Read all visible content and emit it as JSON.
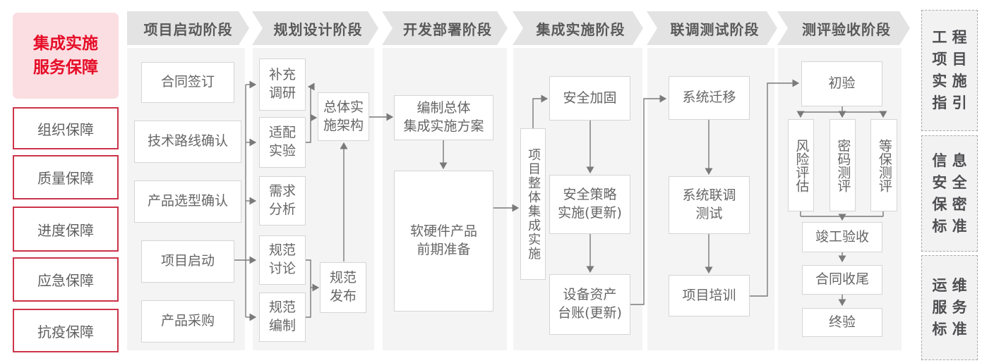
{
  "colors": {
    "accent_red": "#e60c27",
    "sidebar_border_red": "#cc3449",
    "pink_bg": "#fadee2",
    "banner_bg": "#e3e3e4",
    "panel_bg": "#f4f4f5",
    "box_border": "#d5d5d5",
    "text_gray": "#666666",
    "line_gray": "#7a7a7a"
  },
  "left_sidebar": {
    "title": "集成实施\n服务保障",
    "items": [
      {
        "label": "组织保障"
      },
      {
        "label": "质量保障"
      },
      {
        "label": "进度保障"
      },
      {
        "label": "应急保障"
      },
      {
        "label": "抗疫保障"
      }
    ]
  },
  "phases": [
    {
      "label": "项目启动阶段"
    },
    {
      "label": "规划设计阶段"
    },
    {
      "label": "开发部署阶段"
    },
    {
      "label": "集成实施阶段"
    },
    {
      "label": "联调测试阶段"
    },
    {
      "label": "测评验收阶段"
    }
  ],
  "flow": {
    "phase1": {
      "contract_signing": "合同签订",
      "tech_route_confirm": "技术路线确认",
      "product_selection_confirm": "产品选型确认",
      "project_kickoff": "项目启动",
      "product_procurement": "产品采购"
    },
    "phase2": {
      "supplementary_research": "补充\n调研",
      "adaptation_test": "适配\n实验",
      "requirement_analysis": "需求\n分析",
      "spec_discussion": "规范\n讨论",
      "spec_drafting": "规范\n编制",
      "overall_architecture": "总体实\n施架构",
      "spec_release": "规范\n发布"
    },
    "phase3": {
      "overall_plan": "编制总体\n集成实施方案",
      "hw_sw_preparation": "软硬件产品\n前期准备"
    },
    "phase4": {
      "overall_integration": "项目整体集成实施",
      "security_hardening": "安全加固",
      "security_policy": "安全策略\n实施(更新)",
      "asset_ledger": "设备资产\n台账(更新)"
    },
    "phase5": {
      "system_migration": "系统迁移",
      "joint_debugging": "系统联调\n测试",
      "project_training": "项目培训"
    },
    "phase6": {
      "initial_acceptance": "初验",
      "risk_assessment": "风险评估",
      "crypto_evaluation": "密码测评",
      "mlps_evaluation": "等保测评",
      "completion_acceptance": "竣工验收",
      "contract_closure": "合同收尾",
      "final_acceptance": "终验"
    }
  },
  "right_sidebar": {
    "items": [
      {
        "label": "工 程\n项 目\n实 施\n指 引"
      },
      {
        "label": "信 息\n安 全\n保 密\n标 准"
      },
      {
        "label": "运 维\n服 务\n标 准"
      }
    ]
  }
}
